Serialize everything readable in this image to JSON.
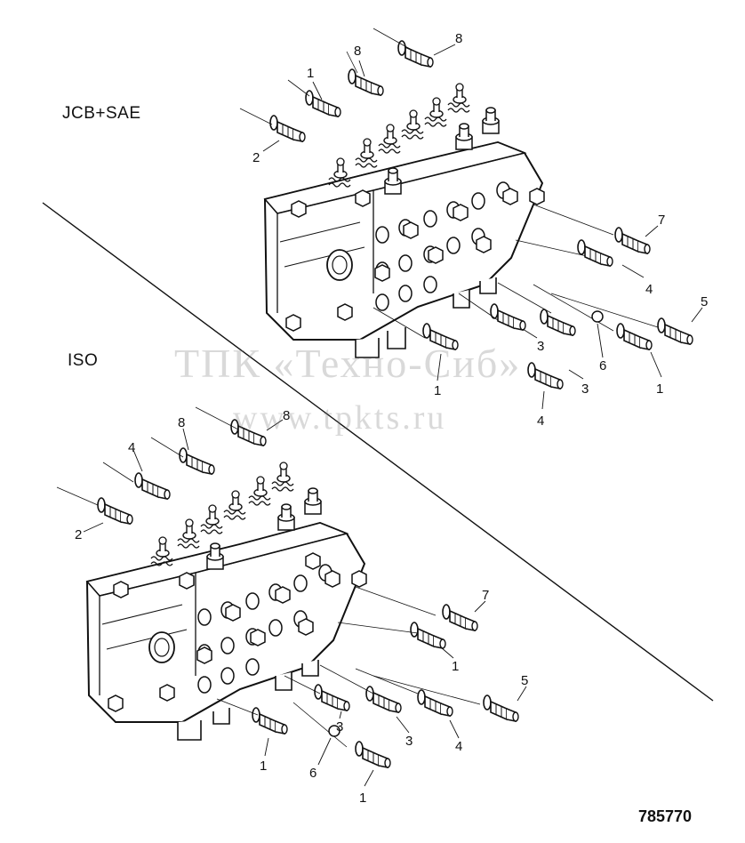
{
  "labels": {
    "top_section": "JCB+SAE",
    "bottom_section": "ISO",
    "figure_number": "785770"
  },
  "watermark": {
    "line1": "ТПК «Техно-Сиб»",
    "line2": "www.tpkts.ru"
  },
  "callouts_top": [
    "8",
    "8",
    "1",
    "2",
    "7",
    "4",
    "5",
    "3",
    "3",
    "6",
    "1",
    "1",
    "4"
  ],
  "callouts_bottom": [
    "8",
    "8",
    "4",
    "2",
    "7",
    "1",
    "5",
    "3",
    "3",
    "4",
    "1",
    "6",
    "1"
  ]
}
